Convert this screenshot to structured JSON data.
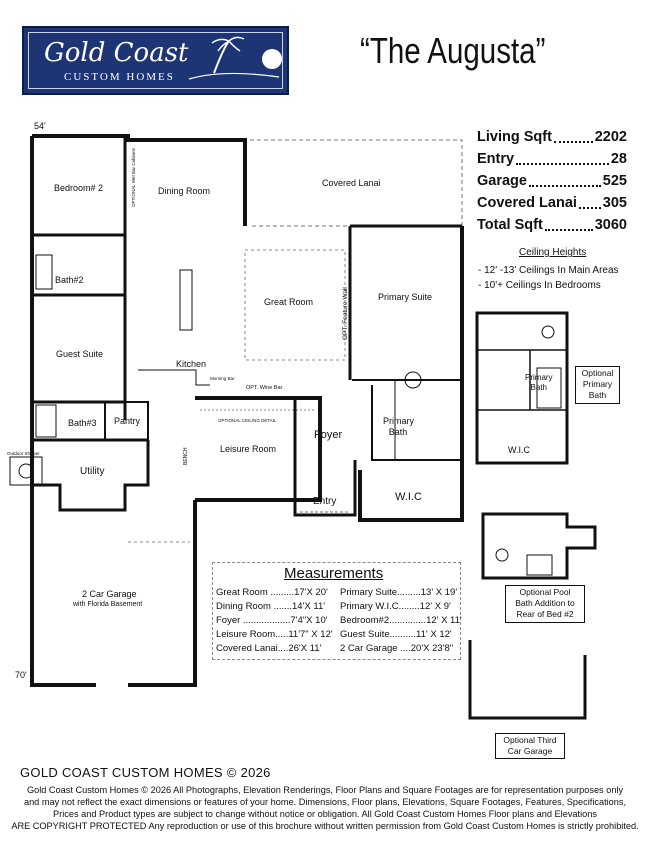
{
  "logo": {
    "name": "Gold Coast",
    "tagline": "CUSTOM HOMES"
  },
  "title": "“The Augusta”",
  "stats": [
    {
      "label": "Living Sqft",
      "value": "2202"
    },
    {
      "label": "Entry",
      "value": "28"
    },
    {
      "label": "Garage",
      "value": "525"
    },
    {
      "label": "Covered Lanai",
      "value": "305"
    },
    {
      "label": "Total Sqft",
      "value": "3060"
    }
  ],
  "ceiling": {
    "heading": "Ceiling Heights",
    "items": [
      "- 12' -13' Ceilings In Main Areas",
      "- 10'+ Ceilings In Bedrooms"
    ]
  },
  "plan": {
    "dims": {
      "top": "54'",
      "left": "70'"
    },
    "rooms": {
      "bedroom2": "Bedroom# 2",
      "dining": "Dining Room",
      "lanai": "Covered Lanai",
      "bath2": "Bath#2",
      "great": "Great Room",
      "primary_suite": "Primary Suite",
      "guest": "Guest Suite",
      "kitchen": "Kitchen",
      "bath3": "Bath#3",
      "pantry": "Pantry",
      "leisure": "Leisure Room",
      "foyer": "Foyer",
      "primary_bath": "Primary Bath",
      "utility": "Utility",
      "entry": "Entry",
      "wic": "W.I.C",
      "garage": "2 Car Garage",
      "garage_sub": "with Florida Basement",
      "bench": "BENCH",
      "feature_wall": "OPT. Feature Wall",
      "wine_bar": "OPT. Wine Bar",
      "morning_bar": "Morning Bar",
      "ceiling_detail": "OPTIONAL CEILING DETAIL",
      "wet_bar": "OPTIONAL Wet Bar Cabinets",
      "outdoor_shower": "Outdoor Shower"
    }
  },
  "measurements": {
    "title": "Measurements",
    "left": [
      "Great Room  .........17'X 20'",
      "Dining Room .......14'X 11'",
      "Foyer ..................7'4\"X 10'",
      "Leisure Room.....11'7\" X 12'",
      "Covered Lanai....26'X 11'"
    ],
    "right": [
      "Primary Suite.........13' X  19'",
      "Primary W.I.C........12' X 9'",
      "Bedroom#2..............12' X 11'",
      "Guest Suite..........11' X 12'",
      "2 Car Garage ....20'X 23'8\""
    ]
  },
  "options": {
    "primary_bath": "Optional\nPrimary\nBath",
    "pool_bath": "Optional Pool\nBath Addition to\nRear of Bed #2",
    "third_garage": "Optional Third\nCar Garage",
    "opt_primary_label": "Primary\nBath",
    "opt_wic": "W.I.C"
  },
  "footer": {
    "heading": "GOLD COAST CUSTOM HOMES © 2026",
    "lines": [
      "Gold Coast Custom Homes © 2026 All Photographs, Elevation Renderings, Floor Plans and Square Footages are for representation  purposes only",
      "and may not reflect the exact dimensions or features of your home. Dimensions, Floor plans, Elevations, Square Footages, Features, Specifications,",
      "Prices and Product types are subject to change without notice or obligation.  All Gold Coast Custom Homes Floor plans and Elevations",
      "ARE COPYRIGHT  PROTECTED Any reproduction or use of this brochure without written permission from Gold Coast Custom Homes is strictly prohibited."
    ]
  }
}
